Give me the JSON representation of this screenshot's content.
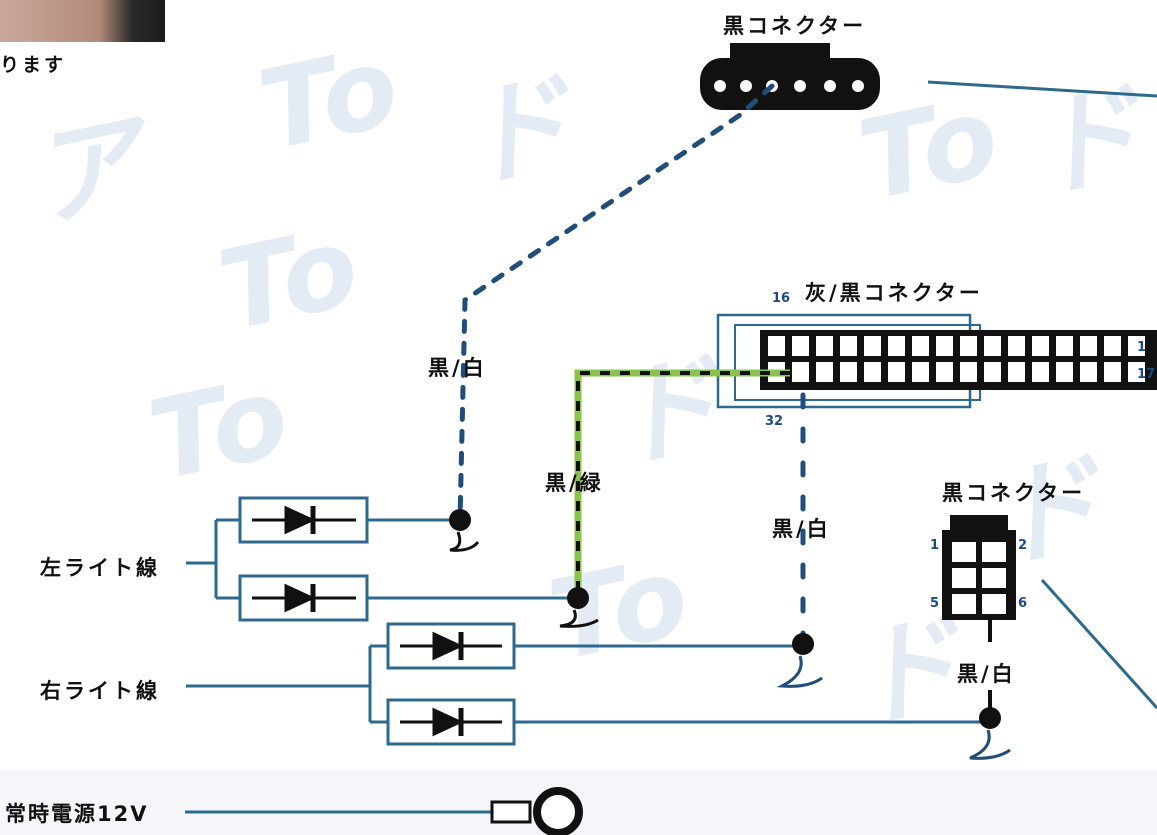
{
  "top_text": "ります",
  "connectors": {
    "top": {
      "label": "黒コネクター"
    },
    "gray_black": {
      "label": "灰/黒コネクター",
      "pin_16": "16",
      "pin_1": "1",
      "pin_17": "17",
      "pin_32": "32"
    },
    "right": {
      "label": "黒コネクター",
      "pin_1": "1",
      "pin_2": "2",
      "pin_5": "5",
      "pin_6": "6"
    }
  },
  "wires": {
    "black_white_1": "黒/白",
    "black_green": "黒/緑",
    "black_white_2": "黒/白",
    "black_white_3": "黒/白"
  },
  "lines": {
    "left_light": "左ライト線",
    "right_light": "右ライト線",
    "constant_power": "常時電源12V"
  },
  "colors": {
    "line": "#2d6a8e",
    "dash": "#1f4e7a",
    "green": "#8bc34a",
    "watermark": "#e3ebf4"
  }
}
